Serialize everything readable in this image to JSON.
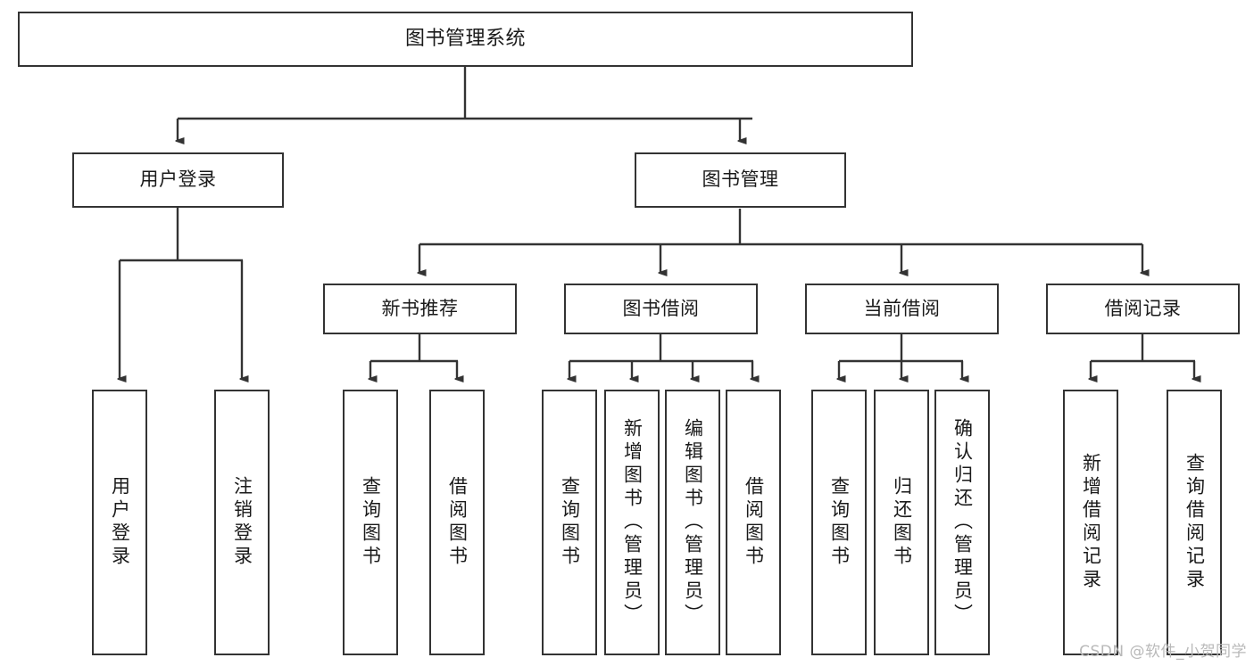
{
  "diagram": {
    "title": "图书管理系统",
    "watermark": "CSDN @软件_小贺同学",
    "colors": {
      "box_border": "#333333",
      "box_fill": "#ffffff",
      "connector": "#333333",
      "text": "#1a1a1a",
      "watermark": "#b9b9b9"
    },
    "levels": {
      "root": "图书管理系统",
      "level2": [
        "用户登录",
        "图书管理"
      ],
      "level3": [
        "新书推荐",
        "图书借阅",
        "当前借阅",
        "借阅记录"
      ]
    },
    "nodes": {
      "root": {
        "label": "图书管理系统"
      },
      "user_login": {
        "label": "用户登录"
      },
      "book_manage": {
        "label": "图书管理"
      },
      "new_book_rec": {
        "label": "新书推荐"
      },
      "book_borrow": {
        "label": "图书借阅"
      },
      "current_borrow": {
        "label": "当前借阅"
      },
      "borrow_record": {
        "label": "借阅记录"
      },
      "leaf_user_login": {
        "label": "用户登录"
      },
      "leaf_logout": {
        "label": "注销登录"
      },
      "leaf_query_book_a": {
        "label": "查询图书"
      },
      "leaf_borrow_book_a": {
        "label": "借阅图书"
      },
      "leaf_query_book_b": {
        "label": "查询图书"
      },
      "leaf_add_book": {
        "label": "新增图书（管理员）"
      },
      "leaf_edit_book": {
        "label": "编辑图书（管理员）"
      },
      "leaf_borrow_book_b": {
        "label": "借阅图书"
      },
      "leaf_query_book_c": {
        "label": "查询图书"
      },
      "leaf_return_book": {
        "label": "归还图书"
      },
      "leaf_confirm_return": {
        "label": "确认归还（管理员）"
      },
      "leaf_add_record": {
        "label": "新增借阅记录"
      },
      "leaf_query_record": {
        "label": "查询借阅记录"
      }
    }
  }
}
